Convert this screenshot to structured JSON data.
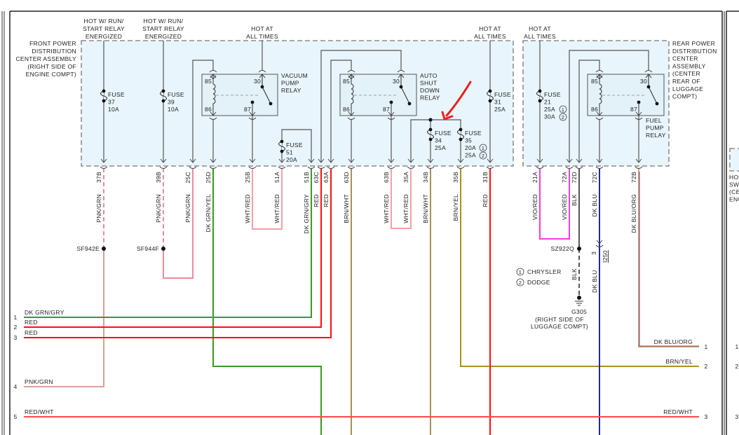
{
  "supply_labels": {
    "hot_run_37": [
      "HOT W/ RUN/",
      "START RELAY",
      "ENERGIZED"
    ],
    "hot_run_39": [
      "HOT W/ RUN/",
      "START RELAY",
      "ENERGIZED"
    ],
    "hot_vacuum": [
      "HOT AT",
      "ALL TIMES"
    ],
    "hot_fuse31": [
      "HOT AT",
      "ALL TIMES"
    ],
    "hot_fuse21": [
      "HOT AT",
      "ALL TIMES"
    ]
  },
  "front_pdc": {
    "title": [
      "FRONT POWER",
      "DISTRIBUTION",
      "CENTER ASSEMBLY",
      "(RIGHT SIDE OF",
      "ENGINE COMPT)"
    ],
    "fuses": [
      {
        "lines": [
          "FUSE",
          "37",
          "10A"
        ]
      },
      {
        "lines": [
          "FUSE",
          "39",
          "10A"
        ]
      },
      {
        "lines": [
          "FUSE",
          "51",
          "20A"
        ]
      },
      {
        "lines": [
          "FUSE",
          "34",
          "25A"
        ]
      },
      {
        "lines": [
          "FUSE",
          "35",
          "20A",
          "25A"
        ],
        "variants": [
          "1",
          "2"
        ]
      },
      {
        "lines": [
          "FUSE",
          "31",
          "25A"
        ]
      }
    ],
    "relays": [
      {
        "name": [
          "VACUUM",
          "PUMP",
          "RELAY"
        ],
        "pins": [
          "85",
          "86",
          "30",
          "87"
        ]
      },
      {
        "name": [
          "AUTO",
          "SHUT",
          "DOWN",
          "RELAY"
        ],
        "pins": [
          "85",
          "86",
          "30",
          "87"
        ]
      }
    ]
  },
  "rear_pdc": {
    "title": [
      "REAR POWER",
      "DISTRIBUTION",
      "CENTER",
      "ASSEMBLY",
      "(CENTER",
      "REAR OF",
      "LUGGAGE",
      "COMPT)"
    ],
    "fuse": {
      "lines": [
        "FUSE",
        "21",
        "25A",
        "30A"
      ],
      "variants": [
        "1",
        "2"
      ]
    },
    "relay": {
      "name": [
        "FUEL",
        "PUMP",
        "RELAY"
      ],
      "pins": [
        "85",
        "86",
        "30",
        "87"
      ]
    }
  },
  "connectors": [
    {
      "id": "37B",
      "wire": "PNK/GRN"
    },
    {
      "id": "39B",
      "wire": "PNK/GRN"
    },
    {
      "id": "25C",
      "wire": "PNK/GRN"
    },
    {
      "id": "25D",
      "wire": "DK GRN/YEL"
    },
    {
      "id": "25B",
      "wire": "WHT/RED"
    },
    {
      "id": "51A",
      "wire": "WHT/RED"
    },
    {
      "id": "51B",
      "wire": "DK GRN/GRY"
    },
    {
      "id": "63C",
      "wire": "RED"
    },
    {
      "id": "63A",
      "wire": "RED"
    },
    {
      "id": "63D",
      "wire": "BRN/WHT"
    },
    {
      "id": "63B",
      "wire": "WHT/RED"
    },
    {
      "id": "35A",
      "wire": "WHT/RED"
    },
    {
      "id": "34B",
      "wire": "BRN/WHT"
    },
    {
      "id": "35B",
      "wire": "BRN/YEL"
    },
    {
      "id": "31B",
      "wire": "RED"
    },
    {
      "id": "21A",
      "wire": "VIO/RED"
    },
    {
      "id": "72A",
      "wire": "VIO/RED"
    },
    {
      "id": "72D",
      "wire": "BLK"
    },
    {
      "id": "72C",
      "wire": "DK BLU"
    },
    {
      "id": "72B",
      "wire": "DK BLU/ORG"
    }
  ],
  "splices": {
    "sf942e": "SF942E",
    "sf944f": "SF944F",
    "sz922q": "SZ922Q"
  },
  "ground": {
    "blk_label": "BLK",
    "name": "G305",
    "location": [
      "(RIGHT SIDE OF",
      "LUGGAGE COMPT)"
    ]
  },
  "inline_connector": {
    "pin": "3",
    "name": "I250",
    "wire": "DK BLU"
  },
  "legend": [
    {
      "num": "1",
      "label": "CHRYSLER"
    },
    {
      "num": "2",
      "label": "DODGE"
    }
  ],
  "left_outputs": [
    {
      "num": "1",
      "wire": "DK GRN/GRY"
    },
    {
      "num": "2",
      "wire": "RED"
    },
    {
      "num": "3",
      "wire": "RED"
    },
    {
      "num": "4",
      "wire": "PNK/GRN"
    },
    {
      "num": "5",
      "wire": "RED/WHT"
    }
  ],
  "right_outputs": [
    {
      "num": "1",
      "wire": "DK BLU/ORG"
    },
    {
      "num": "2",
      "wire": "BRN/YEL"
    },
    {
      "num": "3",
      "wire": "RED/WHT"
    }
  ],
  "next_page_partial": {
    "labels": [
      "HOO",
      "SWI",
      "(CE",
      "ENG"
    ],
    "nums": [
      "1",
      "2",
      "3"
    ]
  },
  "colors": {
    "pnk_grn": "#f08a9a",
    "dk_grn": "#3c9a1e",
    "red": "#ff1010",
    "wht_red": "#f4a0a8",
    "brn_wht": "#a89058",
    "brn_yel": "#a8901c",
    "vio_red": "#ff3ad6",
    "blk": "#555555",
    "dk_blu": "#1a2c9a",
    "dk_blu_org": "#e8a060",
    "red_wht": "#ff4a4a",
    "annotation": "#e8211c"
  }
}
